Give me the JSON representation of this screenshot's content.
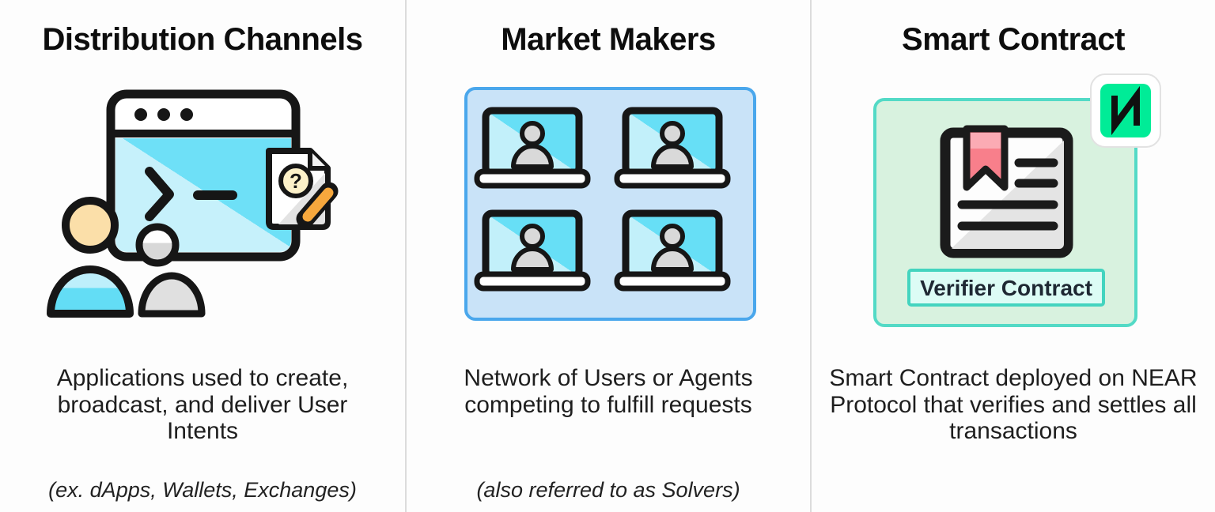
{
  "columns": [
    {
      "title": "Distribution Channels",
      "description": "Applications used to create, broadcast, and deliver User Intents",
      "note": "(ex. dApps, Wallets, Exchanges)"
    },
    {
      "title": "Market Makers",
      "description": "Network of Users or Agents competing to fulfill requests",
      "note": "(also referred to as Solvers)"
    },
    {
      "title": "Smart Contract",
      "description": "Smart Contract deployed on NEAR Protocol that verifies and settles all transactions"
    }
  ],
  "art": {
    "question_glyph": "?",
    "verifier_label": "Verifier Contract"
  },
  "icons": {
    "column1": "terminal-window-with-users-and-intent-doc",
    "column2": "laptop-network-grid",
    "column3": "verifier-contract-document",
    "badge": "near-protocol-logo"
  },
  "colors": {
    "outline": "#161616",
    "cyan_bright": "#6ee0f7",
    "cyan_light": "#c6f1fb",
    "panel_blue_fill": "#c9e3f8",
    "panel_blue_border": "#4aa7ec",
    "panel_green_fill": "#d8f2df",
    "panel_green_border": "#53dac6",
    "near_green": "#00ec97",
    "bookmark_red": "#f87f8b",
    "bookmark_red_light": "#fbabb4",
    "pencil_orange": "#f7a83d",
    "skin_peach": "#fbdfa9",
    "gray_fill": "#dedede",
    "verifier_fill": "#dcfcf5",
    "verifier_border": "#43d4bf",
    "divider": "#dcdcdc"
  }
}
